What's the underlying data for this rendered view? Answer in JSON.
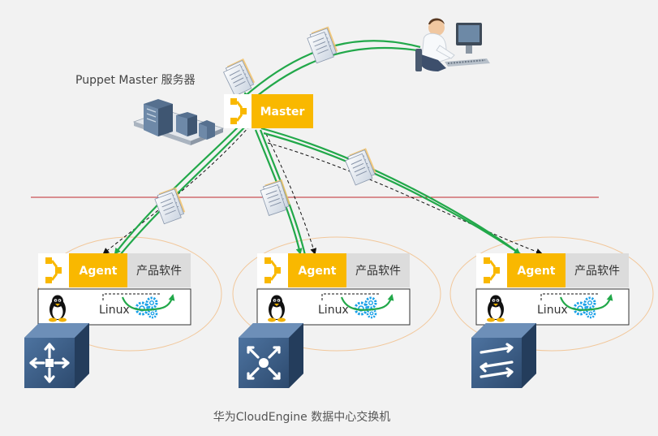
{
  "server_label": "Puppet Master 服务器",
  "master_label": "Master",
  "caption": "华为CloudEngine 数据中心交换机",
  "agents": [
    {
      "agent_label": "Agent",
      "product_label": "产品软件",
      "os_label": "Linux",
      "switch_icon": "router-icon"
    },
    {
      "agent_label": "Agent",
      "product_label": "产品软件",
      "os_label": "Linux",
      "switch_icon": "core-switch-icon"
    },
    {
      "agent_label": "Agent",
      "product_label": "产品软件",
      "os_label": "Linux",
      "switch_icon": "l2-switch-icon"
    }
  ],
  "colors": {
    "background": "#f2f2f2",
    "master_orange": "#f9b800",
    "product_gray": "#dcdcdc",
    "flow_green": "#22a84a",
    "divider_red": "#c0282d",
    "ellipse_outline": "#f2c79a",
    "switch_blue": "#3d5f88",
    "gear_blue": "#1aa0e8"
  },
  "icons": {
    "user": "user-at-computer-icon",
    "server": "server-rack-icon",
    "manifest": "manifest-document-icon",
    "puppet": "puppet-logo-icon",
    "linux": "tux-penguin-icon",
    "gears": "gears-icon"
  }
}
